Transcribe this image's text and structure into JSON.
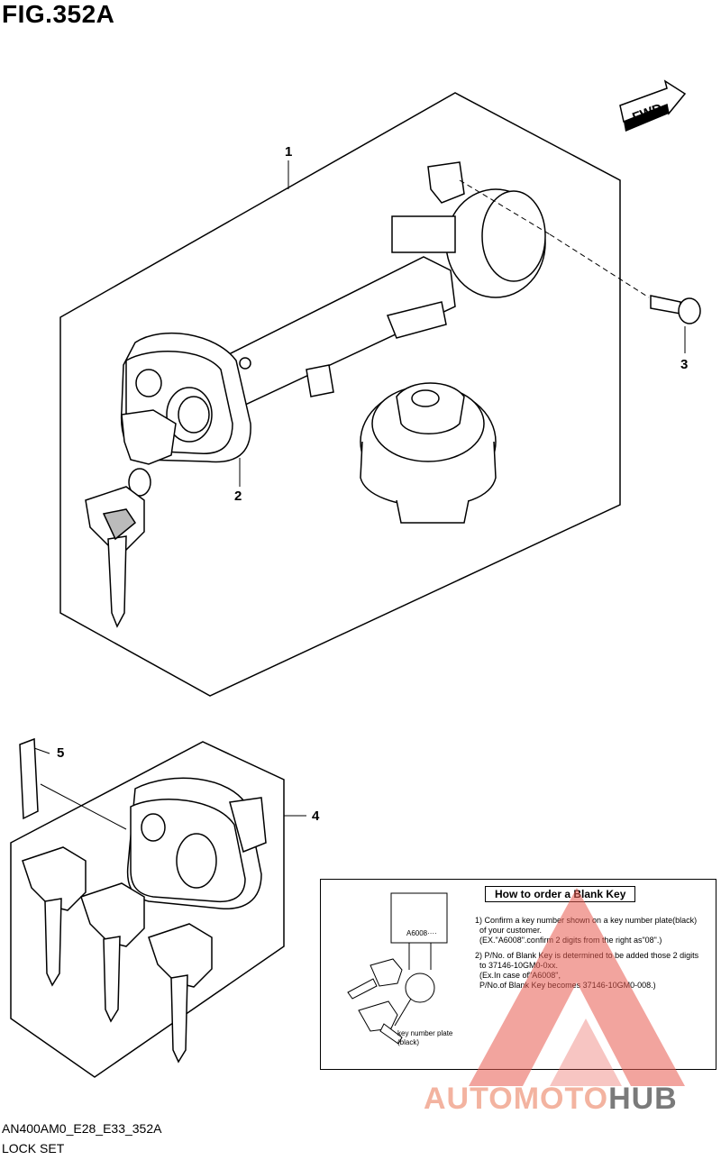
{
  "figure": {
    "title": "FIG.352A"
  },
  "direction_label": "FWD",
  "callouts": [
    "1",
    "2",
    "3",
    "4",
    "5"
  ],
  "blank_key_box": {
    "heading": "How to order a Blank Key",
    "step1_line1": "1) Confirm a key number shown on a key number plate(black)",
    "step1_line2": "of your customer.",
    "step1_line3": "(EX.\"A6008\".confirm 2 digits from the right as\"08\".)",
    "step2_line1": "2) P/No. of Blank Key is determined to be added those 2 digits",
    "step2_line2": "to 37146-10GM0-0xx.",
    "step2_line3": "(Ex.In case of\"A6008\",",
    "step2_line4": "P/No.of Blank Key becomes 37146-10GM0-008.)",
    "plate_text": "A6008····",
    "plate_caption_line1": "key number plate",
    "plate_caption_line2": "(black)"
  },
  "watermark": {
    "part1": "AUTOMOTO",
    "part2": "HUB"
  },
  "footer": {
    "code": "AN400AM0_E28_E33_352A",
    "name": "LOCK SET"
  }
}
